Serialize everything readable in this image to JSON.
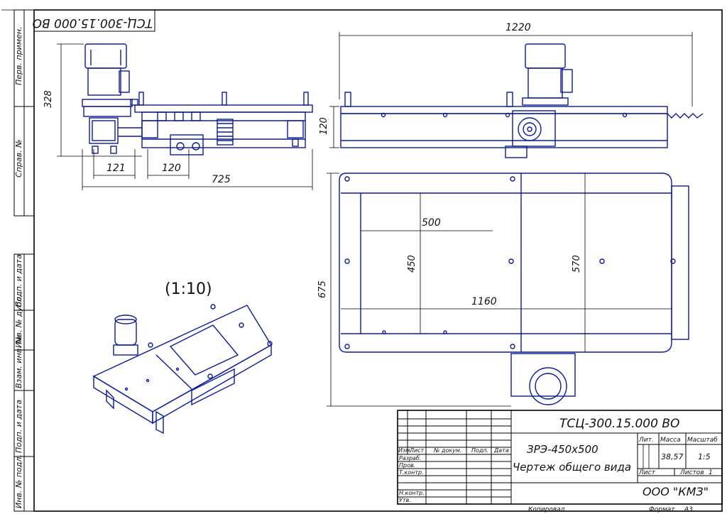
{
  "stamp": {
    "designation": "ТСЦ-300.15.000 ВО",
    "designation_rotated": "ТСЦ-300.15.000 ВО",
    "title_line1": "ЗРЭ-450х500",
    "title_line2": "Чертеж общего вида",
    "company": "ООО \"КМЗ\"",
    "lit_label": "Лит.",
    "mass_label": "Масса",
    "scale_label": "Масштаб",
    "mass_value": "38,57",
    "scale_value": "1:5",
    "sheet_label": "Лист",
    "sheets_label": "Листов",
    "sheets_value": "1",
    "col_izm": "Изм.",
    "col_list": "Лист",
    "col_doc": "№ докум.",
    "col_sign": "Подп.",
    "col_date": "Дата",
    "row_razrab": "Разраб.",
    "row_prov": "Пров.",
    "row_tkontr": "Т.контр.",
    "row_nkontr": "Н.контр.",
    "row_utv": "Утв.",
    "copied": "Копировал",
    "format": "Формат",
    "format_value": "A3"
  },
  "side_columns": {
    "perv_primen": "Перв. примен.",
    "sprav": "Справ. №",
    "podp_data1": "Подп. и дата",
    "inv_dubl": "Инв. № дубл.",
    "vzam_inv": "Взам. инв. №",
    "podp_data2": "Подп. и дата",
    "inv_podl": "Инв. № подл."
  },
  "dimensions": {
    "h328": "328",
    "w121": "121",
    "w120a": "120",
    "w725": "725",
    "w1220": "1220",
    "h120": "120",
    "w500": "500",
    "h450": "450",
    "h570": "570",
    "h675": "675",
    "w1160": "1160"
  },
  "iso_scale": "(1:10)"
}
